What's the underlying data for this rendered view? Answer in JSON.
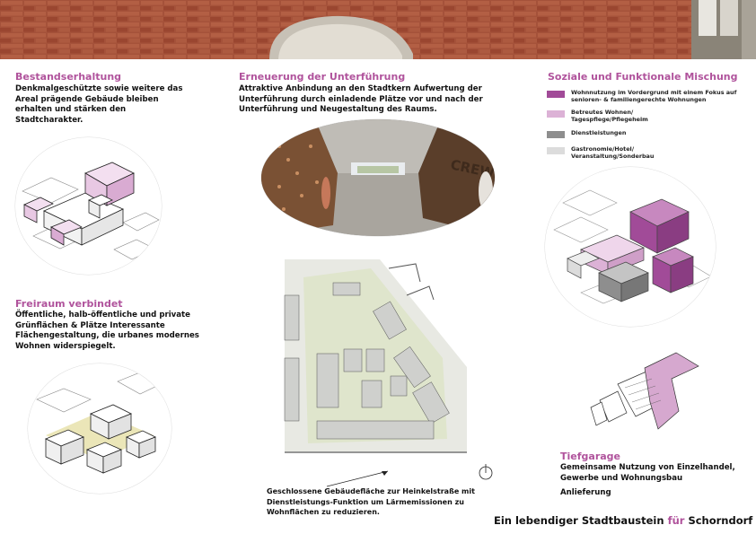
{
  "sections": {
    "bestand": {
      "title": "Bestandserhaltung",
      "text": "Denkmalgeschützte sowie weitere das Areal prägende Gebäude bleiben erhalten und stärken den Stadtcharakter."
    },
    "unterfuehrung": {
      "title": "Erneuerung der Unterführung",
      "text": "Attraktive Anbindung an den Stadtkern Aufwertung der Unterführung durch einladende Plätze vor und nach der Unterführung und Neugestaltung des Raums."
    },
    "mischung": {
      "title": "Soziale und Funktionale Mischung"
    },
    "freiraum": {
      "title": "Freiraum verbindet",
      "text": "Öffentliche, halb-öffentliche und private Grünflächen & Plätze Interessante Flächengestaltung, die urbanes modernes Wohnen widerspiegelt."
    },
    "tiefgarage": {
      "title": "Tiefgarage",
      "text1": "Gemeinsame Nutzung von Einzelhandel, Gewerbe und Wohnungsbau",
      "text2": "Anlieferung"
    }
  },
  "legend": [
    {
      "label": "Wohnnutzung im Vordergrund mit einem Fokus auf senioren- & familiengerechte Wohnungen",
      "color": "#a14b98"
    },
    {
      "label": "Betreutes Wohnen/ Tagespflege/Pflegeheim",
      "color": "#dcb2d6"
    },
    {
      "label": "Dienstleistungen",
      "color": "#8e8e8e"
    },
    {
      "label": "Gastronomie/Hotel/ Veranstaltung/Sonderbau",
      "color": "#dcdcdc"
    }
  ],
  "plan_note": "Geschlossene Gebäudefläche zur Heinkelstraße mit Dienstleistungs-Funktion um Lärmemissionen zu Wohnflächen zu reduzieren.",
  "tunnel_sign": "CREWS",
  "slogan": {
    "part1": "Ein lebendiger Stadtbaustein ",
    "accent": "für",
    "part2": " Schorndorf"
  },
  "colors": {
    "accent": "#b0539c",
    "brick": "#9c4a33"
  }
}
